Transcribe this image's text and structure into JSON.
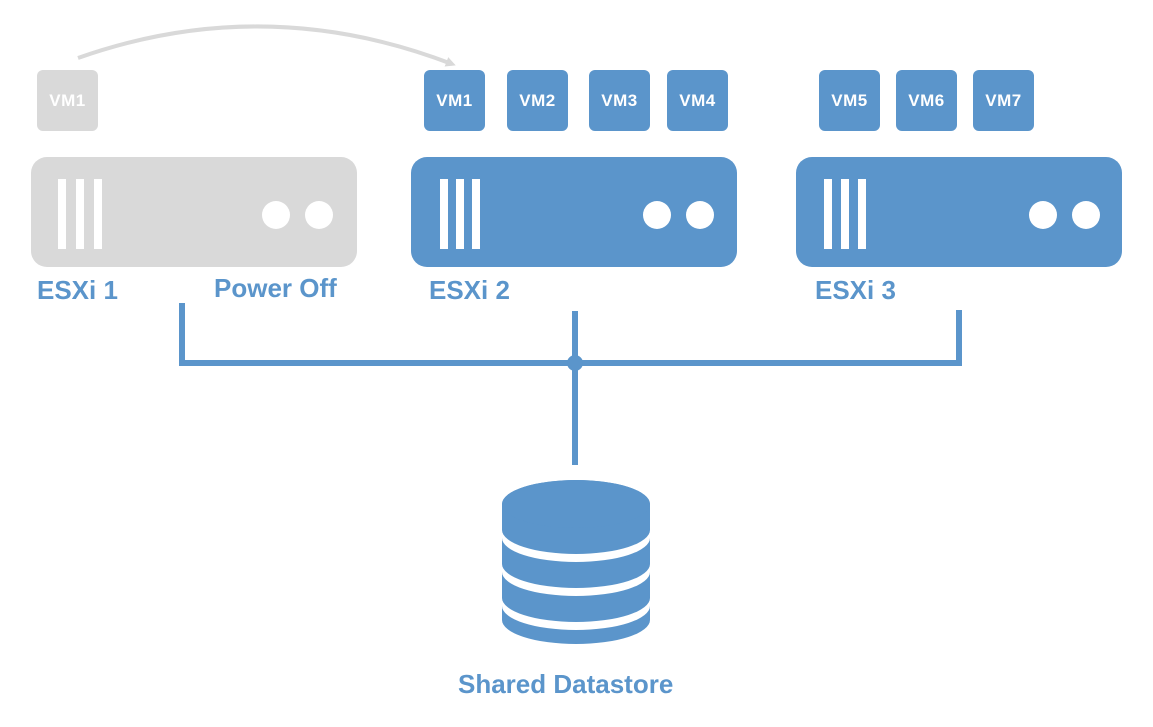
{
  "diagram": {
    "colors": {
      "active": "#5b95cb",
      "inactive": "#d9d9d9",
      "text": "#ffffff",
      "label": "#5b95cb"
    },
    "migration": {
      "from_host": "ESXi 1",
      "to_host": "ESXi 2",
      "vm": "VM1",
      "arrow": "curved-arrow"
    },
    "hosts": [
      {
        "id": "esxi1",
        "label": "ESXi 1",
        "status": "Power Off",
        "state": "off",
        "vms": [
          "VM1"
        ]
      },
      {
        "id": "esxi2",
        "label": "ESXi 2",
        "status": "",
        "state": "on",
        "vms": [
          "VM1",
          "VM2",
          "VM3",
          "VM4"
        ]
      },
      {
        "id": "esxi3",
        "label": "ESXi 3",
        "status": "",
        "state": "on",
        "vms": [
          "VM5",
          "VM6",
          "VM7"
        ]
      }
    ],
    "datastore": {
      "label": "Shared Datastore",
      "icon": "database-icon"
    }
  }
}
